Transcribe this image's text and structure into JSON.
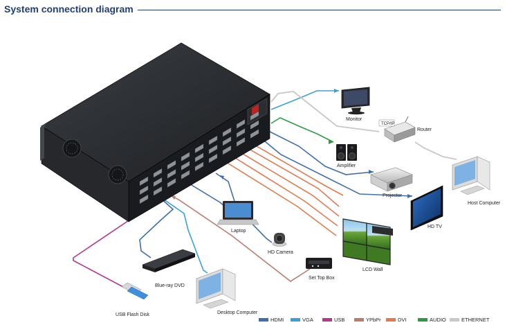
{
  "title": "System connection diagram",
  "colors": {
    "hdmi": "#3f6db0",
    "vga": "#3aa0d6",
    "usb": "#b23a8c",
    "ypbpr": "#b97d6e",
    "dvi": "#e07b50",
    "audio": "#2f9a46",
    "ethernet": "#c8c8c8",
    "title": "#1f3f7a"
  },
  "devices": {
    "monitor": "Monitor",
    "router": "Router",
    "router_tag": "TCP/IP",
    "amplifier": "Amplifier",
    "projector": "Projector",
    "host_computer": "Host Computer",
    "hd_tv": "HD TV",
    "laptop": "Laptop",
    "hd_camera": "HD Camera",
    "lcd_wall": "LCD Wall",
    "set_top_box": "Set Top Box",
    "bluray_dvd": "Blue-ray DVD",
    "usb_flash_disk": "USB Flash Disk",
    "desktop_computer": "Desktop Computer"
  },
  "legend": [
    {
      "label": "HDMI",
      "color": "#3f6db0",
      "icon": "hdmi-swatch"
    },
    {
      "label": "VGA",
      "color": "#3aa0d6",
      "icon": "vga-swatch"
    },
    {
      "label": "USB",
      "color": "#b23a8c",
      "icon": "usb-swatch"
    },
    {
      "label": "YPbPr",
      "color": "#b97d6e",
      "icon": "ypbpr-swatch"
    },
    {
      "label": "DVI",
      "color": "#e07b50",
      "icon": "dvi-swatch"
    },
    {
      "label": "AUDIO",
      "color": "#2f9a46",
      "icon": "audio-swatch"
    },
    {
      "label": "ETHERNET",
      "color": "#c8c8c8",
      "icon": "ethernet-swatch"
    }
  ]
}
